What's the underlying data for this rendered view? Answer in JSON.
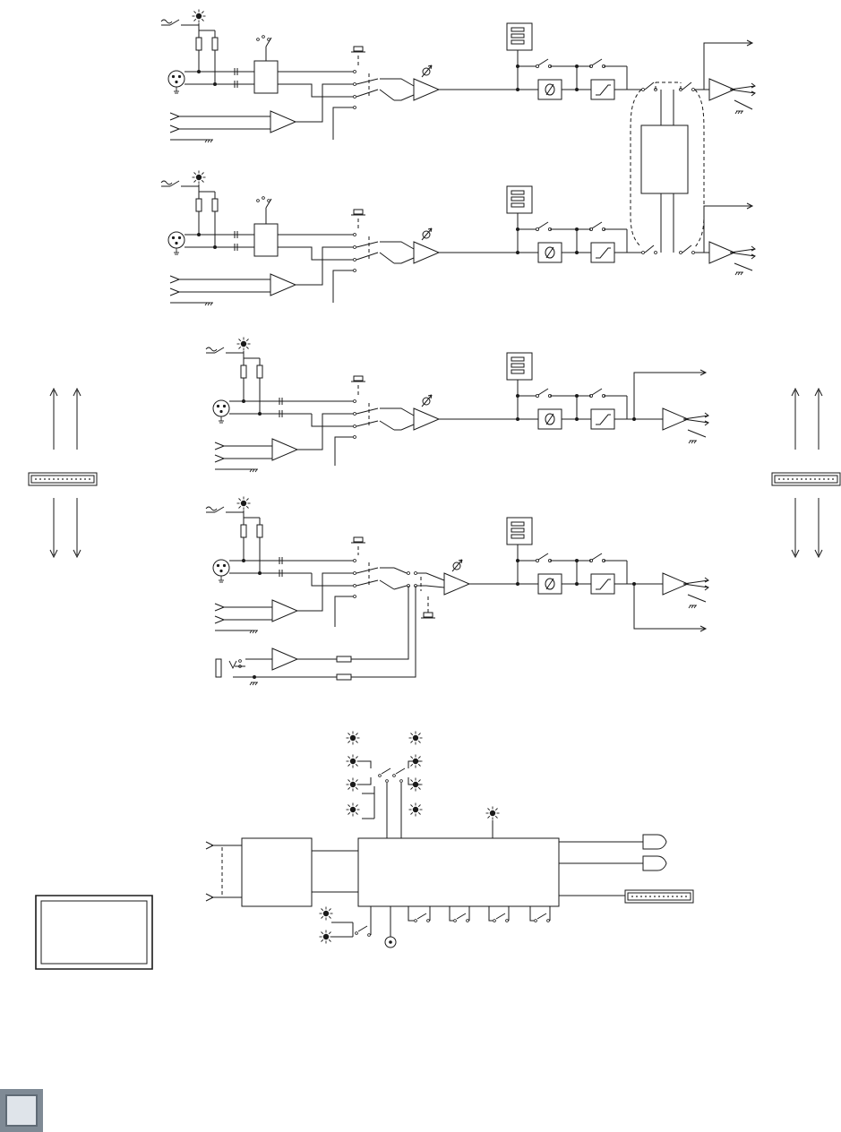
{
  "diagram": {
    "channel_strips": [
      {
        "id": "ch1",
        "linked_pair": true
      },
      {
        "id": "ch2",
        "linked_pair": true
      },
      {
        "id": "ch3",
        "linked_pair": false
      },
      {
        "id": "ch4",
        "linked_pair": false,
        "has_instrument_input": true
      }
    ],
    "blocks": {
      "input_transformer": "box",
      "meter": "led-ladder",
      "phase_filter": "rotary-phase-icon",
      "highpass_filter": "slope-icon",
      "link_processor": "dashed-link-box",
      "monitor_section": "wide-box",
      "aux_panel": "double-border-box"
    },
    "connectors": [
      "db25-left",
      "db25-right",
      "db25-bottom",
      "headphone-a",
      "headphone-b"
    ],
    "colors": {
      "line": "#1a1a1a",
      "badge": "#7f8a95"
    }
  }
}
